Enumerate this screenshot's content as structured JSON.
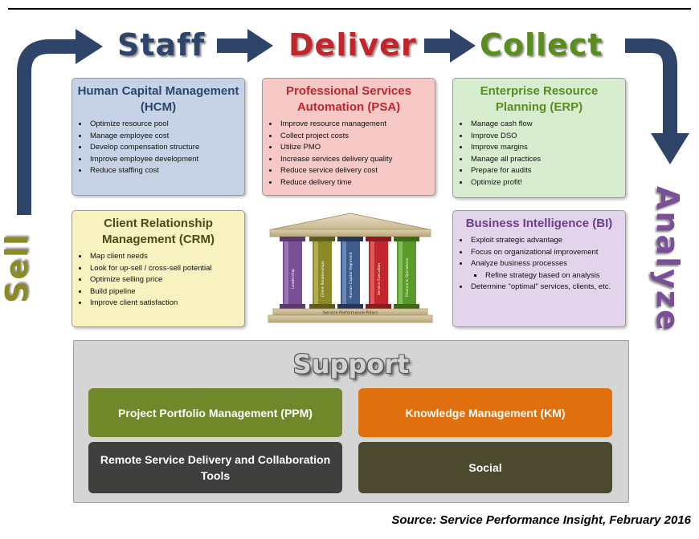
{
  "stages": {
    "staff": "Staff",
    "deliver": "Deliver",
    "collect": "Collect",
    "sell": "Sell",
    "analyze": "Analyze"
  },
  "boxes": {
    "hcm": {
      "title": "Human Capital Management (HCM)",
      "items": [
        "Optimize resource pool",
        "Manage employee cost",
        "Develop compensation structure",
        "Improve employee development",
        "Reduce staffing cost"
      ]
    },
    "psa": {
      "title": "Professional Services Automation (PSA)",
      "items": [
        "Improve resource management",
        "Collect project costs",
        "Utilize PMO",
        "Increase services delivery quality",
        "Reduce service delivery cost",
        "Reduce delivery time"
      ]
    },
    "erp": {
      "title": "Enterprise Resource Planning (ERP)",
      "items": [
        "Manage cash flow",
        "Improve DSO",
        "Improve margins",
        "Manage all practices",
        "Prepare for audits",
        "Optimize profit!"
      ]
    },
    "crm": {
      "title": "Client Relationship Management (CRM)",
      "items": [
        "Map client needs",
        "Look for up-sell / cross-sell potential",
        "Optimize selling price",
        "Build pipeline",
        "Improve client satisfaction"
      ]
    },
    "bi": {
      "title": "Business Intelligence (BI)",
      "items": [
        "Exploit strategic advantage",
        "Focus on organizational improvement",
        "Analyze business processes"
      ],
      "subitem": "Refine strategy based on analysis",
      "last_item": "Determine \"optimal\" services, clients, etc."
    }
  },
  "temple": {
    "base_label": "Service Performance Pillars",
    "pillars": [
      "Leadership",
      "Client Relationships",
      "Human Capital Alignment",
      "Service Execution",
      "Finance & Operations"
    ]
  },
  "support": {
    "title": "Support",
    "ppm": "Project Portfolio Management (PPM)",
    "km": "Knowledge Management (KM)",
    "remote": "Remote Service Delivery and Collaboration Tools",
    "social": "Social"
  },
  "source": "Source: Service Performance Insight, February 2016",
  "colors": {
    "navy": "#2e4469",
    "deliver_red": "#c0262c",
    "collect_green": "#5a8c1e",
    "sell_olive": "#8c8a26",
    "analyze_purple": "#7a4f96",
    "hcm_bg": "#c6d3e6",
    "psa_bg": "#f6c8c6",
    "erp_bg": "#d8ecd0",
    "crm_bg": "#f8f2c0",
    "bi_bg": "#e2d4ea",
    "ppm": "#71882a",
    "km": "#e0700e",
    "remote": "#3f3f3d",
    "social": "#4b4a31"
  }
}
